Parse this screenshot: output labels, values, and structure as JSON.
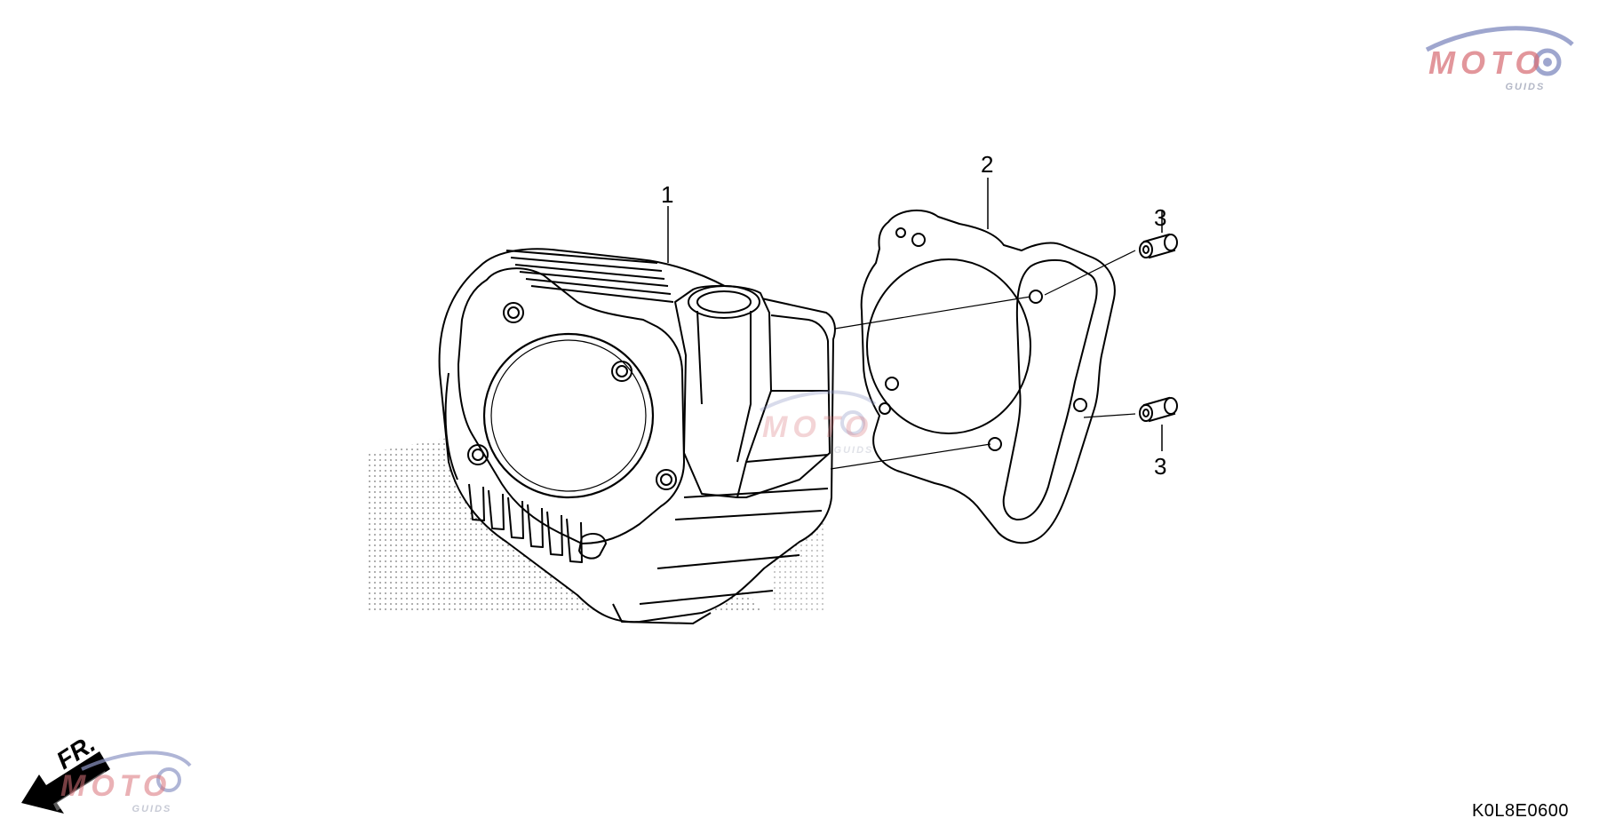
{
  "callouts": {
    "part1": "1",
    "part2": "2",
    "part3_upper": "3",
    "part3_lower": "3"
  },
  "direction": {
    "label": "FR."
  },
  "part_code": "K0L8E0600",
  "watermarks": {
    "main_text": "MOTO",
    "sub_text": "GUIDS"
  },
  "colors": {
    "line": "#000000",
    "watermark_red": "#d9737a",
    "watermark_blue": "#8e97c6",
    "dot_gray": "#9a9a9a"
  }
}
